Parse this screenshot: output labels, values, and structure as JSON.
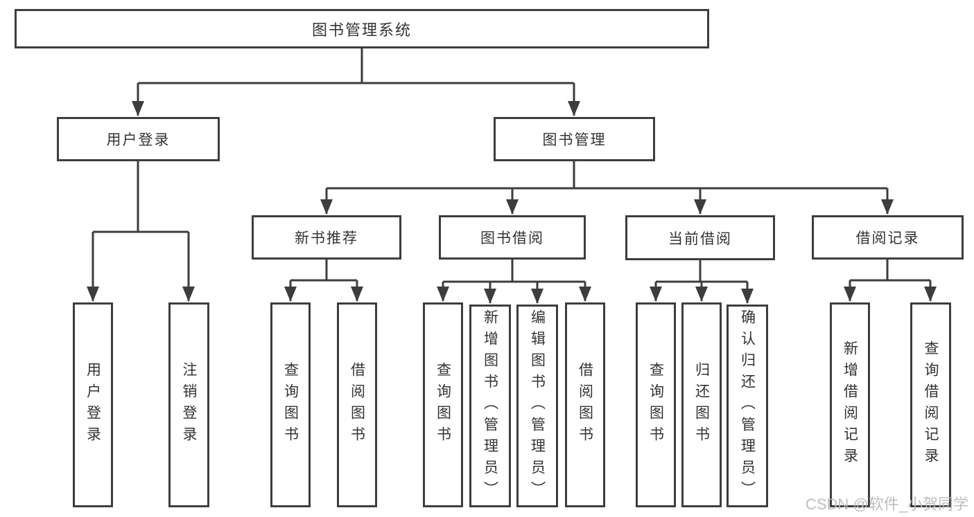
{
  "tree": {
    "root": {
      "label": "图书管理系统"
    },
    "branches": [
      {
        "label": "用户登录",
        "leaves": [
          {
            "label": "用户登录"
          },
          {
            "label": "注销登录"
          }
        ]
      },
      {
        "label": "图书管理",
        "groups": [
          {
            "label": "新书推荐",
            "leaves": [
              {
                "label": "查询图书"
              },
              {
                "label": "借阅图书"
              }
            ]
          },
          {
            "label": "图书借阅",
            "leaves": [
              {
                "label": "查询图书"
              },
              {
                "label": "新增图书（管理员）"
              },
              {
                "label": "编辑图书（管理员）"
              },
              {
                "label": "借阅图书"
              }
            ]
          },
          {
            "label": "当前借阅",
            "leaves": [
              {
                "label": "查询图书"
              },
              {
                "label": "归还图书"
              },
              {
                "label": "确认归还（管理员）"
              }
            ]
          },
          {
            "label": "借阅记录",
            "leaves": [
              {
                "label": "新增借阅记录"
              },
              {
                "label": "查询借阅记录"
              }
            ]
          }
        ]
      }
    ]
  },
  "watermark": {
    "text": "CSDN @软件_小贺同学"
  },
  "colors": {
    "line": "#3d3d3d",
    "box_border": "#3d3d3d",
    "box_background": "#ffffff",
    "text": "#333333",
    "watermark_text": "#b8bac0",
    "page_background": "#ffffff"
  }
}
